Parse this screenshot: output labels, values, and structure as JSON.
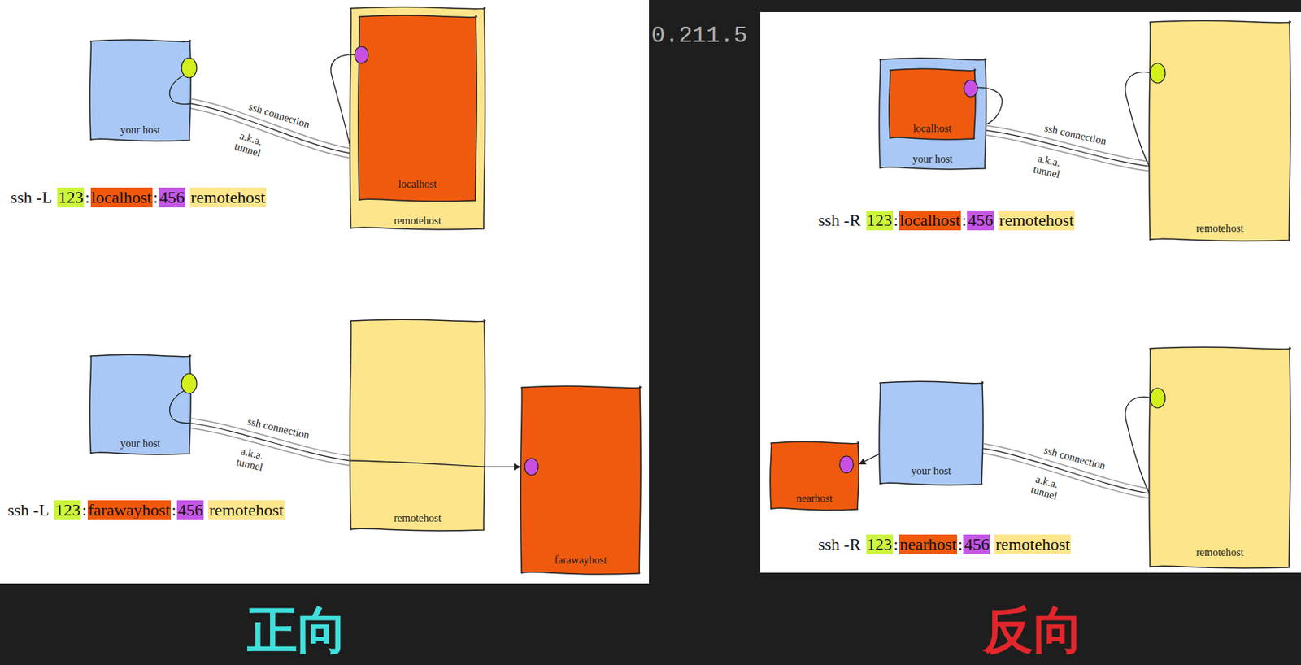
{
  "diagram": {
    "nodes": [
      {
        "text": [
          "your host"
        ]
      },
      {
        "text": [
          "remotehost"
        ]
      },
      {
        "text": [
          "localhost"
        ],
        "in": 1
      },
      {
        "text": [
          "your host"
        ]
      },
      {
        "text": [
          "remotehost"
        ]
      },
      {
        "text": [
          "farawayhost"
        ]
      },
      {
        "text": [
          "your host"
        ]
      },
      {
        "text": [
          "localhost"
        ],
        "in": 6
      },
      {
        "text": [
          "remotehost"
        ]
      },
      {
        "text": [
          "nearhost"
        ]
      },
      {
        "text": [
          "your host"
        ]
      },
      {
        "text": [
          "remotehost"
        ]
      }
    ],
    "edges": [
      {
        "from": 0,
        "to": 1,
        "arrow": "none",
        "label": "ssh connection"
      },
      {
        "from": 3,
        "to": 4,
        "arrow": "none",
        "label": "ssh connection"
      },
      {
        "from": 4,
        "to": 5,
        "arrow": "to"
      },
      {
        "from": 6,
        "to": 8,
        "arrow": "none",
        "label": "ssh connection"
      },
      {
        "from": 10,
        "to": 11,
        "arrow": "none",
        "label": "ssh connection"
      },
      {
        "from": 10,
        "to": 9,
        "arrow": "to"
      }
    ],
    "labels": [
      "0.211.5",
      "a.k.a. tunnel",
      "ssh -L",
      "123",
      ":",
      "localhost",
      ":",
      "456",
      "remotehost",
      "a.k.a. tunnel",
      "ssh -L",
      "123",
      ":",
      "farawayhost",
      ":",
      "456",
      "remotehost",
      "a.k.a. tunnel",
      "ssh -R",
      "123",
      ":",
      "localhost",
      ":",
      "456",
      "remotehost",
      "a.k.a. tunnel",
      "ssh -R",
      "123",
      ":",
      "nearhost",
      ":",
      "456",
      "remotehost",
      "正向",
      "反向"
    ]
  }
}
